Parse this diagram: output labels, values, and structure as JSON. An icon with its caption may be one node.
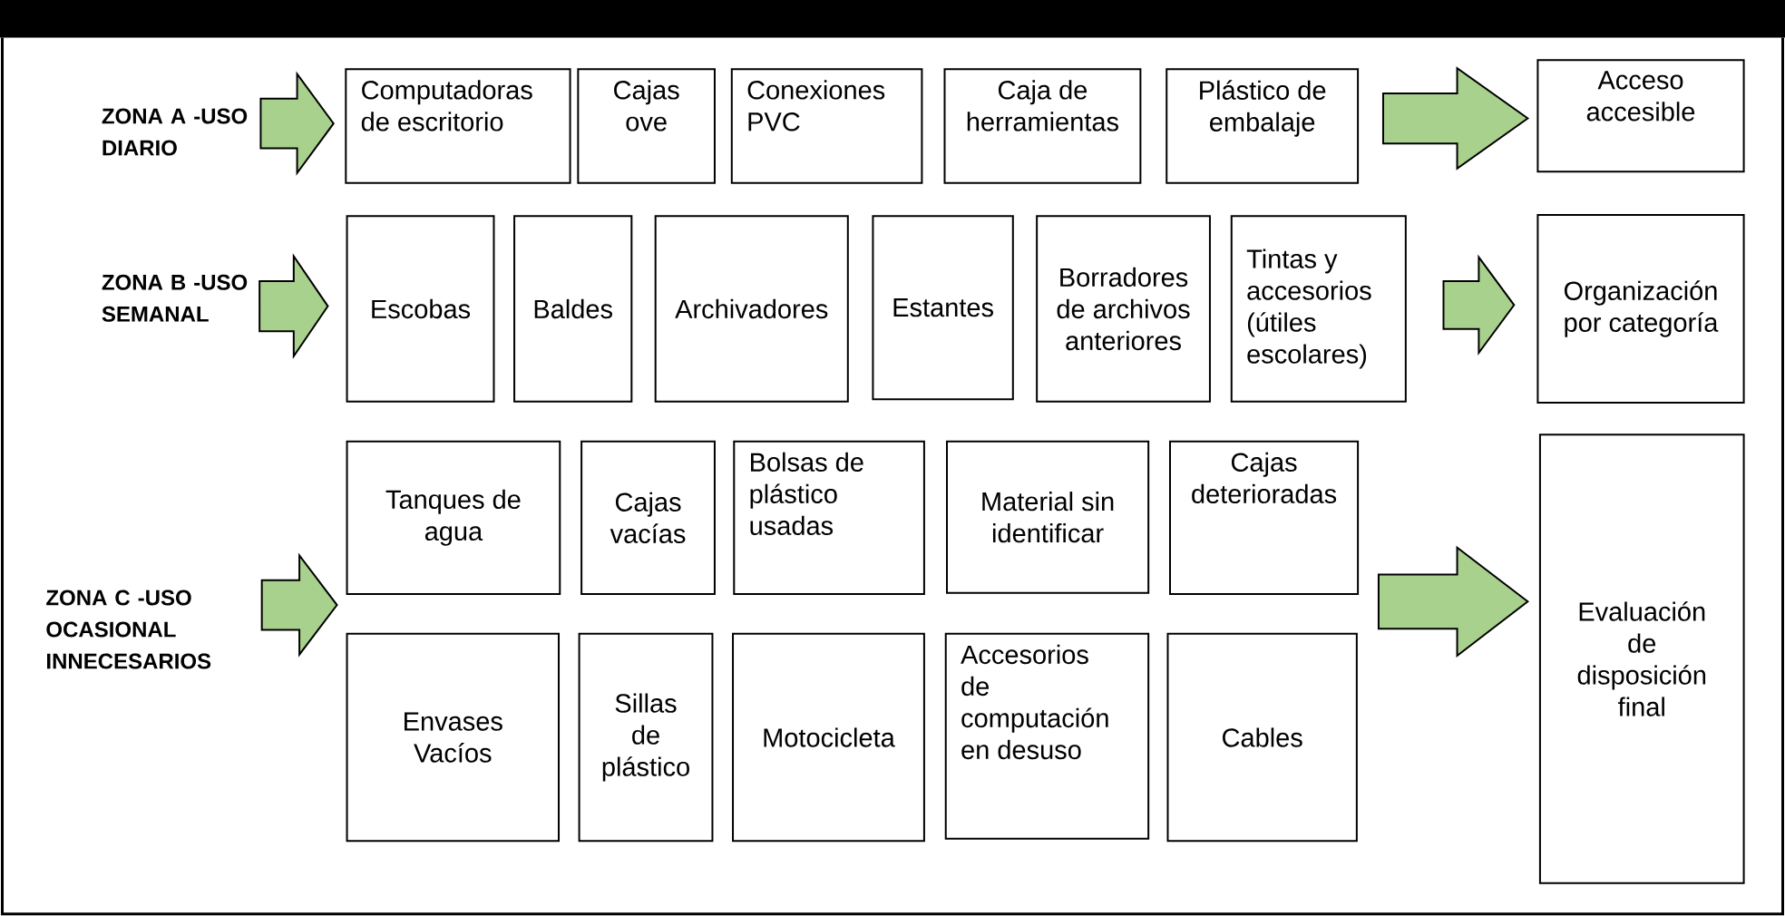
{
  "diagram": {
    "nodes": [
      {
        "text": [
          "ZONA A -USO DIARIO"
        ]
      },
      {
        "text": [
          "Computadoras de escritorio"
        ]
      },
      {
        "text": [
          "Cajas ove"
        ]
      },
      {
        "text": [
          "Conexiones PVC"
        ]
      },
      {
        "text": [
          "Caja de herramientas"
        ]
      },
      {
        "text": [
          "Plástico de embalaje"
        ]
      },
      {
        "text": [
          "Acceso accesible"
        ]
      },
      {
        "text": [
          "ZONA B -USO SEMANAL"
        ]
      },
      {
        "text": [
          "Escobas"
        ]
      },
      {
        "text": [
          "Baldes"
        ]
      },
      {
        "text": [
          "Archivadores"
        ]
      },
      {
        "text": [
          "Estantes"
        ]
      },
      {
        "text": [
          "Borradores de archivos anteriores"
        ]
      },
      {
        "text": [
          "Tintas y accesorios (útiles escolares)"
        ]
      },
      {
        "text": [
          "Organización por categoría"
        ]
      },
      {
        "text": [
          "ZONA C -USO OCASIONAL INNECESARIOS"
        ]
      },
      {
        "text": [
          "Tanques de agua"
        ]
      },
      {
        "text": [
          "Cajas vacías"
        ]
      },
      {
        "text": [
          "Bolsas de plástico usadas"
        ]
      },
      {
        "text": [
          "Material sin identificar"
        ]
      },
      {
        "text": [
          "Cajas deterioradas"
        ]
      },
      {
        "text": [
          "Envases Vacíos"
        ]
      },
      {
        "text": [
          "Sillas de plástico"
        ]
      },
      {
        "text": [
          "Motocicleta"
        ]
      },
      {
        "text": [
          "Accesorios de computación en desuso"
        ]
      },
      {
        "text": [
          "Cables"
        ]
      },
      {
        "text": [
          "Evaluación de disposición final"
        ]
      }
    ],
    "edges": [
      {
        "from": 0,
        "to": 1,
        "arrow": "to"
      },
      {
        "from": 5,
        "to": 6,
        "arrow": "to"
      },
      {
        "from": 7,
        "to": 8,
        "arrow": "to"
      },
      {
        "from": 13,
        "to": 14,
        "arrow": "to"
      },
      {
        "from": 15,
        "to": 16,
        "arrow": "to"
      },
      {
        "from": 15,
        "to": 21,
        "arrow": "to"
      },
      {
        "from": 20,
        "to": 26,
        "arrow": "to"
      },
      {
        "from": 25,
        "to": 26,
        "arrow": "to"
      }
    ]
  }
}
